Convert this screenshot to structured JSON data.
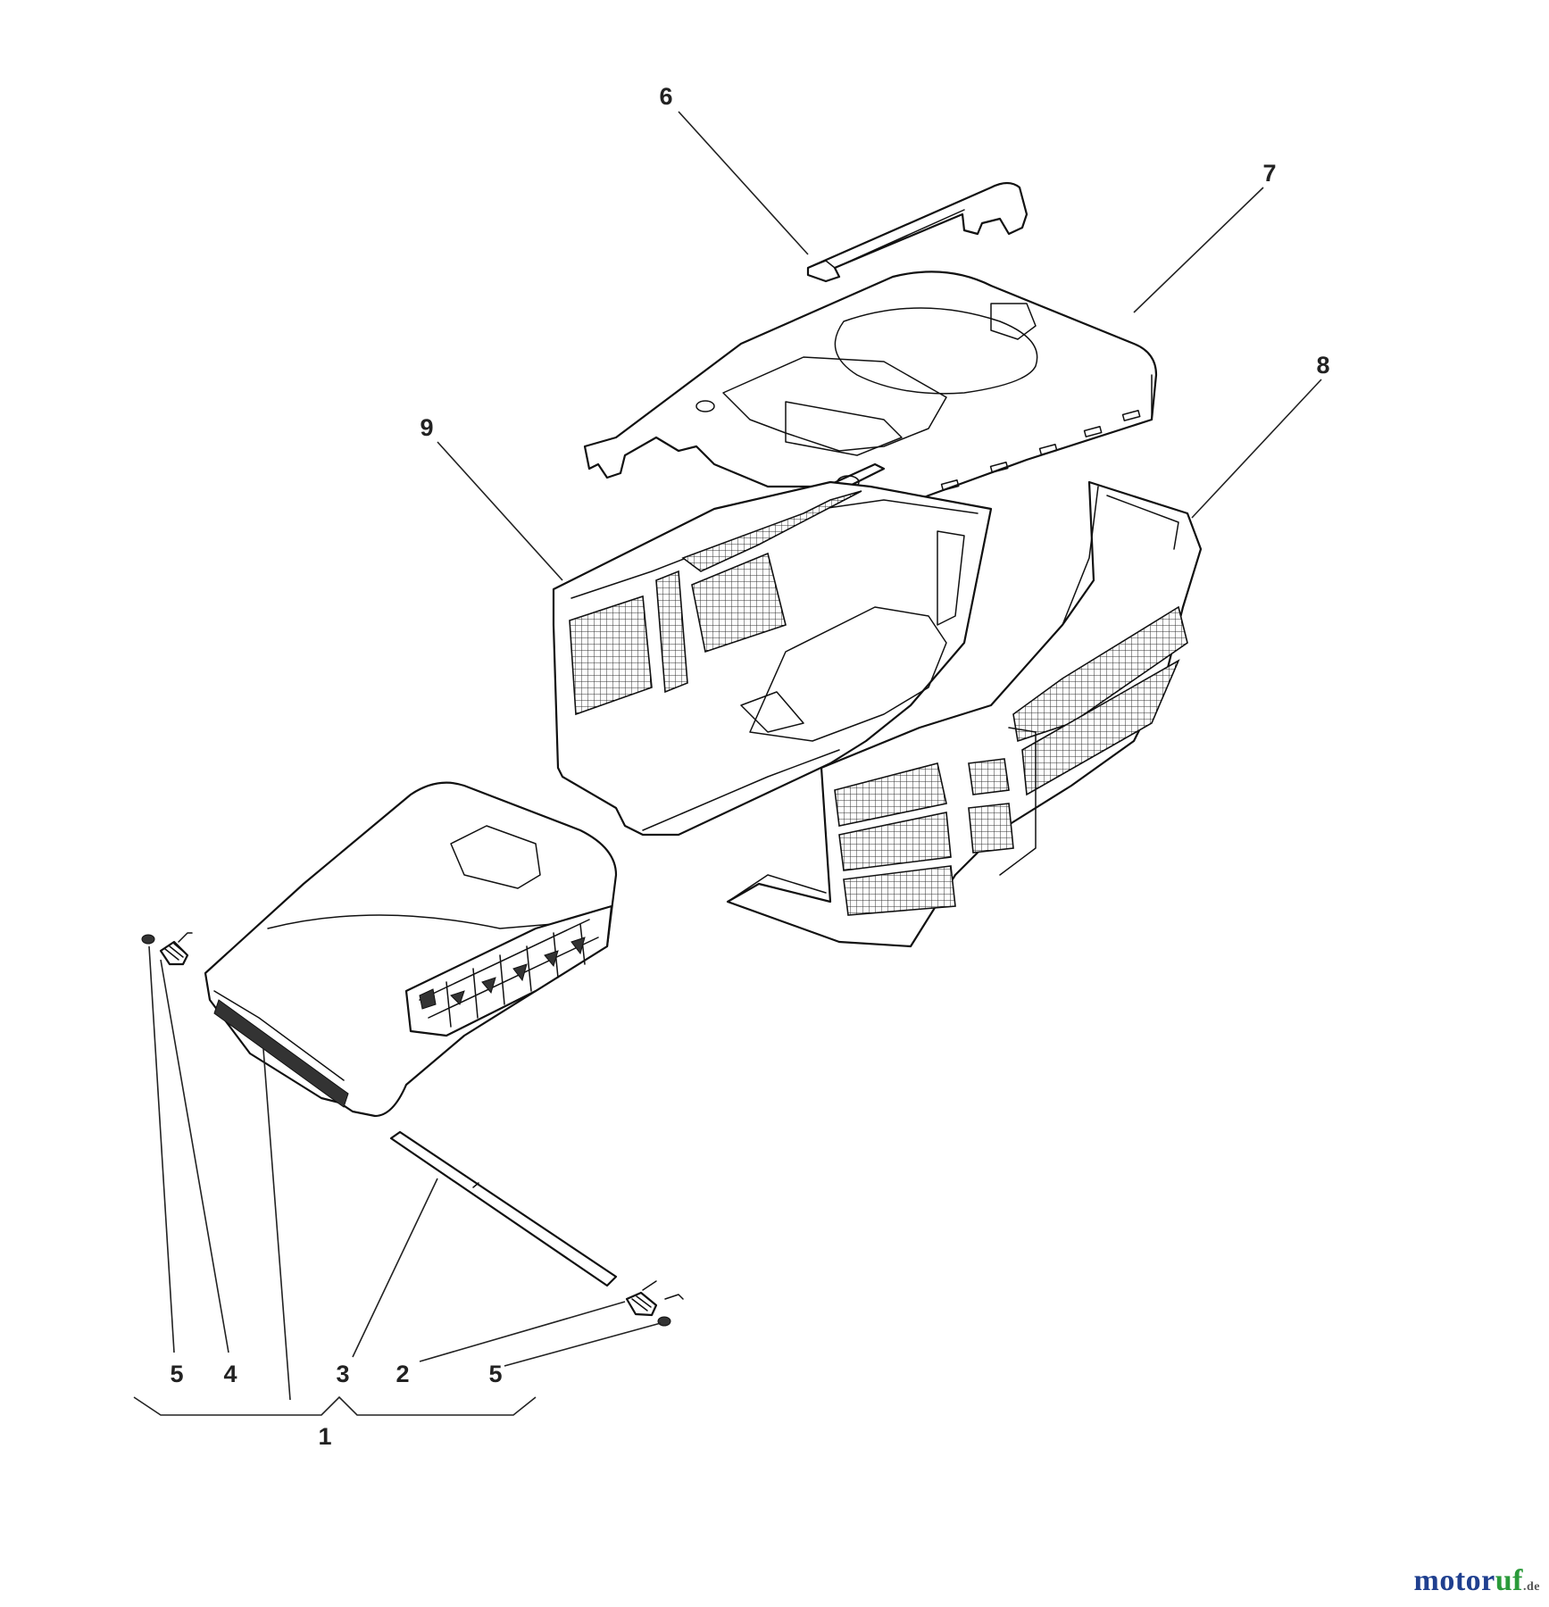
{
  "callouts": {
    "c1": "1",
    "c2": "2",
    "c3": "3",
    "c4": "4",
    "c5a": "5",
    "c5b": "5",
    "c6": "6",
    "c7": "7",
    "c8": "8",
    "c9": "9"
  },
  "watermark": {
    "motor": "motor",
    "uf": "uf",
    "de": ".de"
  },
  "colors": {
    "line": "#111111",
    "watermark_blue": "#1f3f8f",
    "watermark_green": "#2a9a3a"
  }
}
